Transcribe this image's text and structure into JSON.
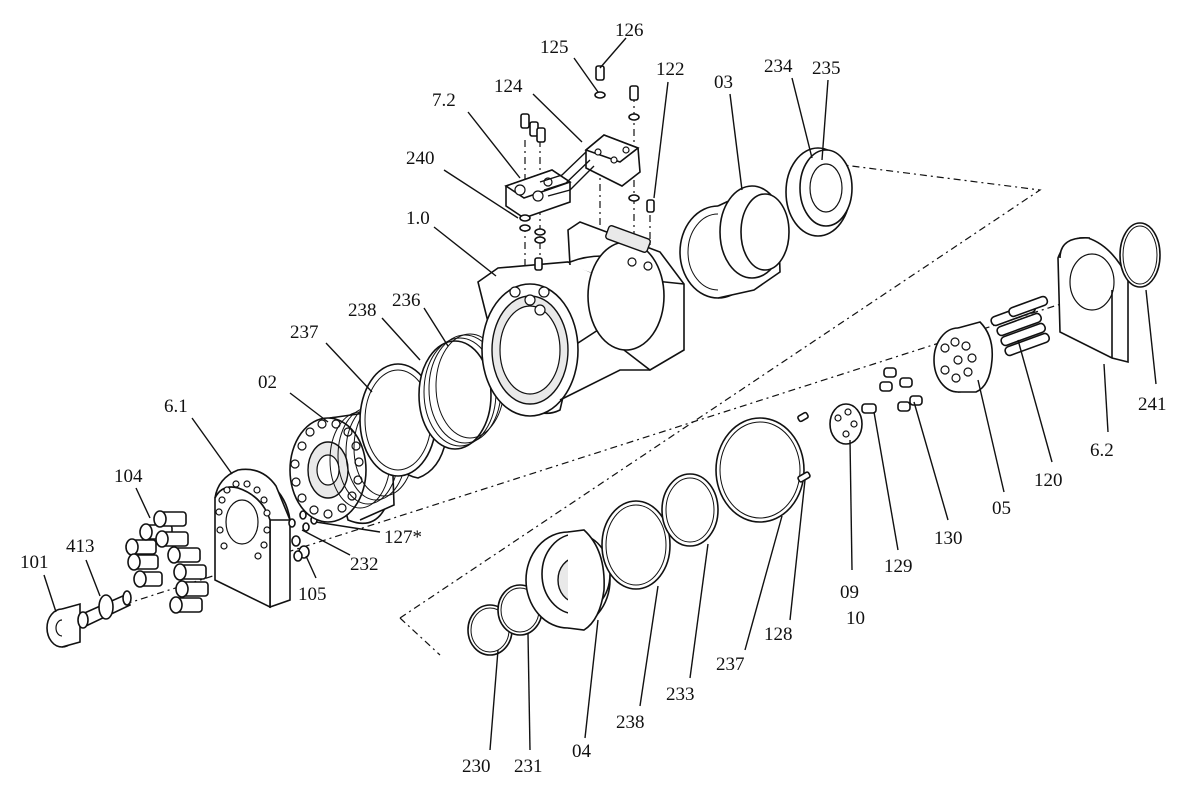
{
  "diagram": {
    "labels": {
      "l101": "101",
      "l413": "413",
      "l104": "104",
      "l6_1": "6.1",
      "l02": "02",
      "l237a": "237",
      "l238a": "238",
      "l236": "236",
      "l1_0": "1.0",
      "l240": "240",
      "l7_2": "7.2",
      "l124": "124",
      "l125": "125",
      "l126": "126",
      "l122": "122",
      "l03": "03",
      "l234": "234",
      "l235": "235",
      "l127": "127*",
      "l232": "232",
      "l105": "105",
      "l230": "230",
      "l231": "231",
      "l04": "04",
      "l238b": "238",
      "l233": "233",
      "l237b": "237",
      "l128": "128",
      "l09": "09",
      "l10": "10",
      "l129": "129",
      "l130": "130",
      "l05": "05",
      "l120": "120",
      "l6_2": "6.2",
      "l241": "241"
    }
  }
}
